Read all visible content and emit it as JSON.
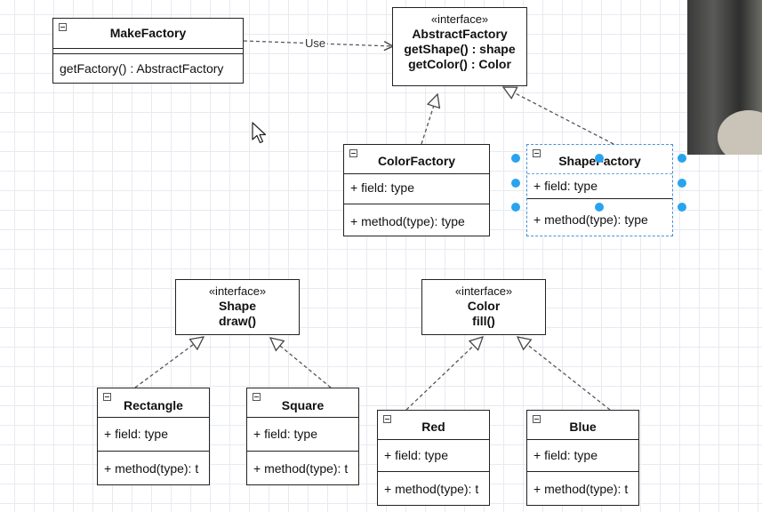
{
  "diagram": {
    "makefactory": {
      "name": "MakeFactory",
      "method": "getFactory() : AbstractFactory"
    },
    "use_label": "Use",
    "abstractfactory": {
      "stereotype": "«interface»",
      "name": "AbstractFactory",
      "op1": "getShape() : shape",
      "op2": "getColor() : Color"
    },
    "colorfactory": {
      "name": "ColorFactory",
      "field": "+ field: type",
      "method": "+ method(type): type"
    },
    "shapefactory": {
      "name": "ShapeFactory",
      "field": "+ field: type",
      "method": "+ method(type): type"
    },
    "shape_iface": {
      "stereotype": "«interface»",
      "name": "Shape",
      "op": "draw()"
    },
    "color_iface": {
      "stereotype": "«interface»",
      "name": "Color",
      "op": "fill()"
    },
    "rectangle": {
      "name": "Rectangle",
      "field": "+ field: type",
      "method": "+ method(type): t"
    },
    "square": {
      "name": "Square",
      "field": "+ field: type",
      "method": "+ method(type): t"
    },
    "red": {
      "name": "Red",
      "field": "+ field: type",
      "method": "+ method(type): t"
    },
    "blue": {
      "name": "Blue",
      "field": "+ field: type",
      "method": "+ method(type): t"
    }
  },
  "colors": {
    "selection": "#29a3ef",
    "line": "#555555",
    "grid": "#e7eaf0"
  }
}
